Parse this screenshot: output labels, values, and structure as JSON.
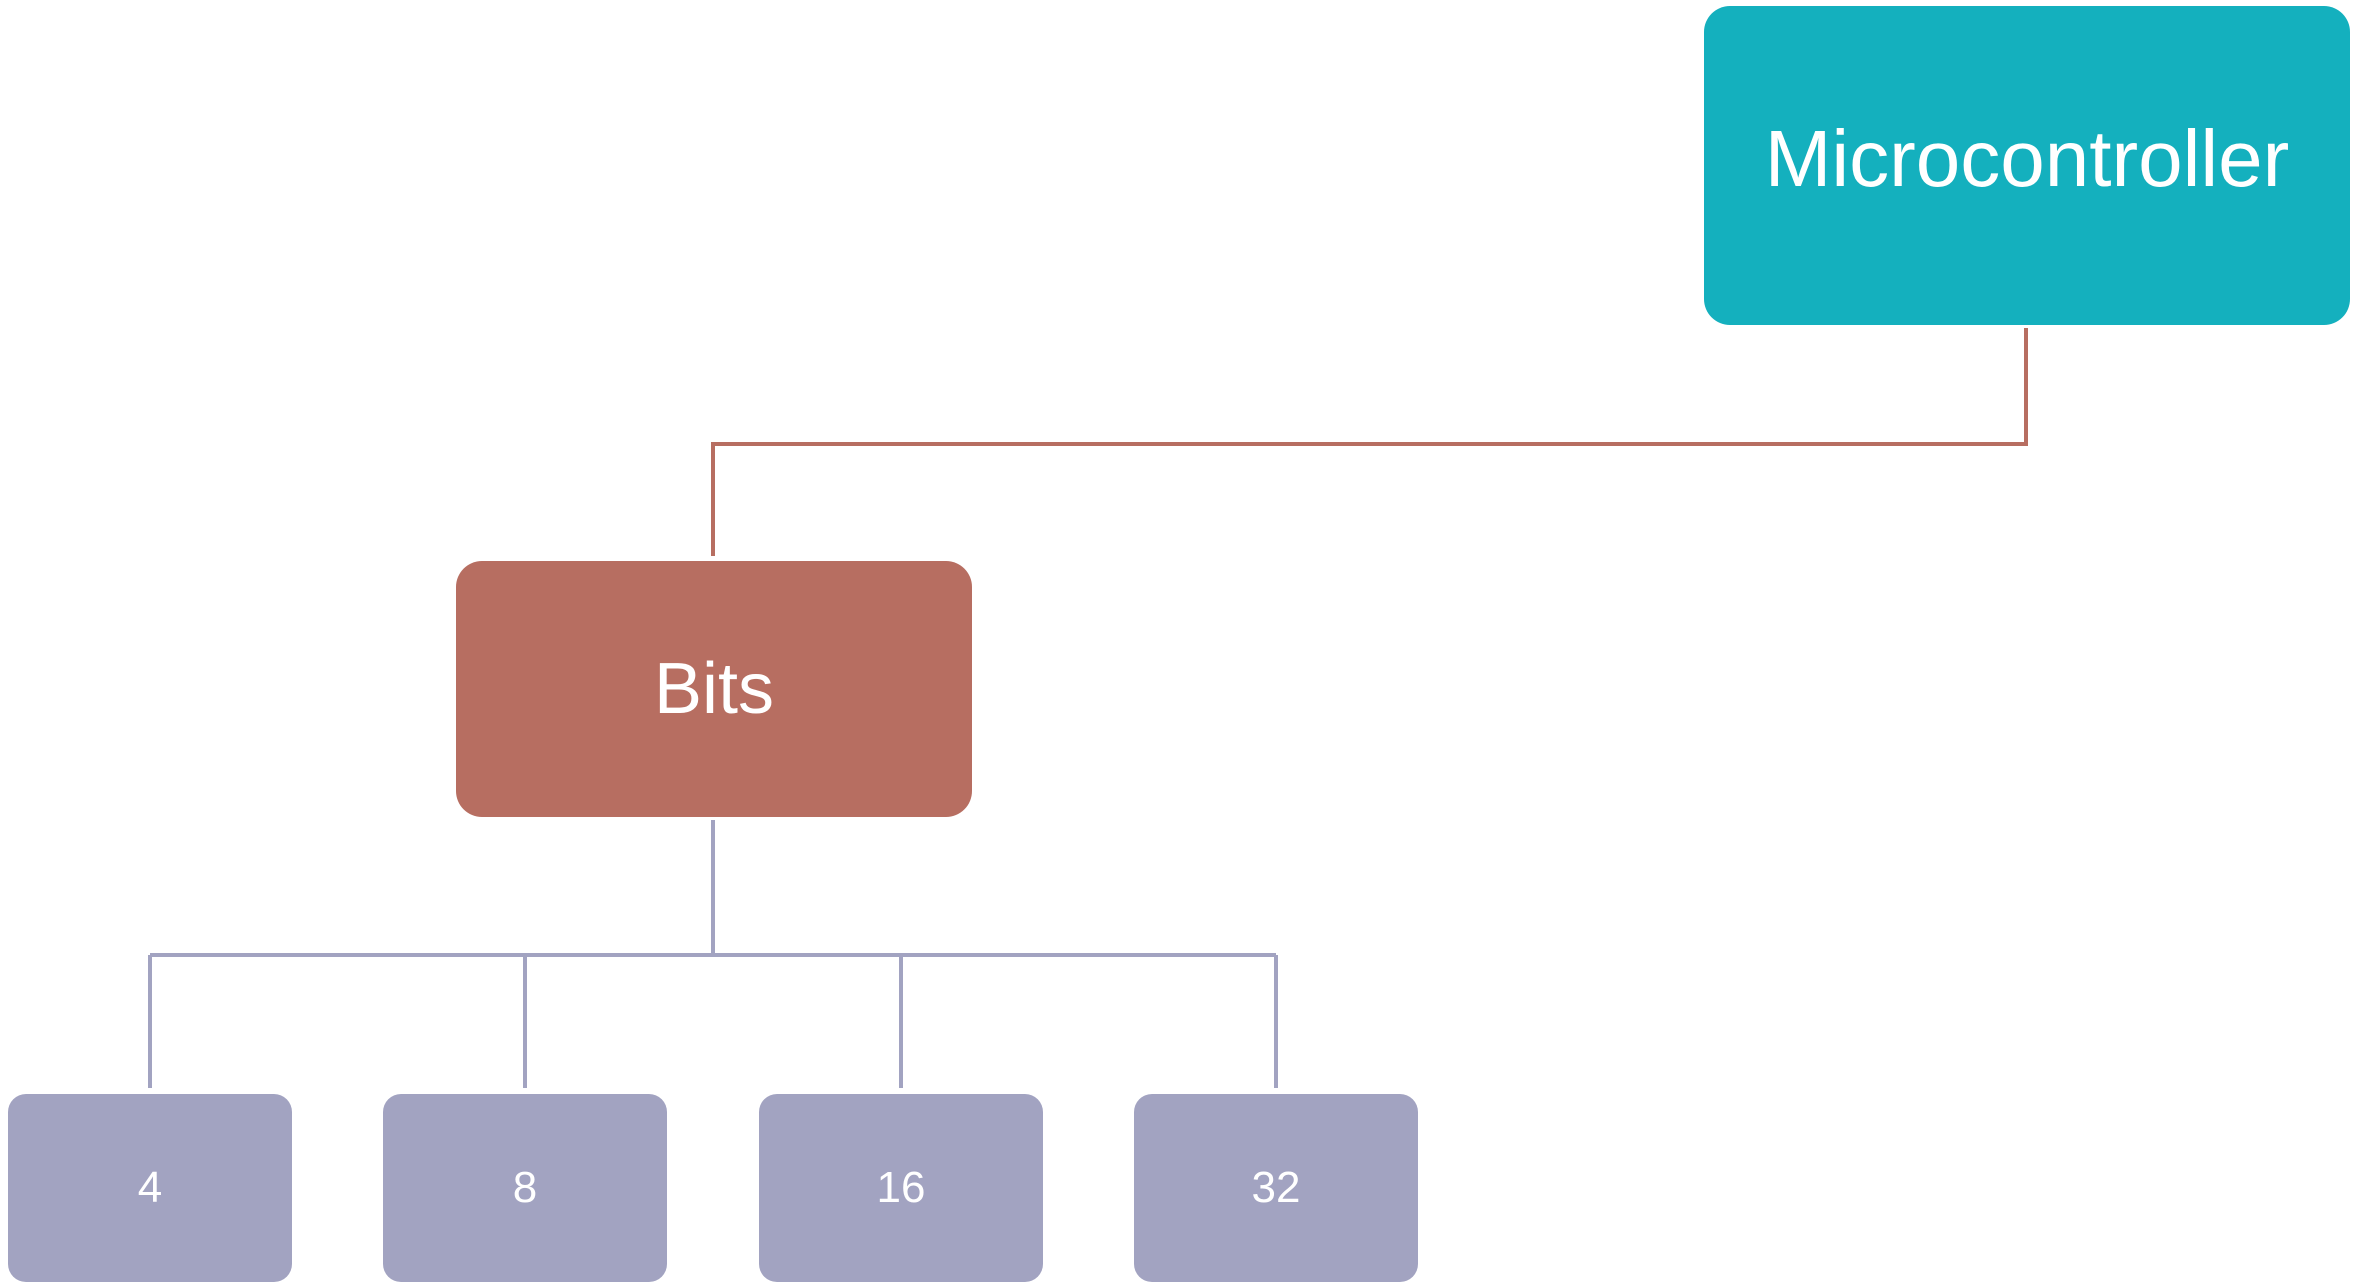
{
  "colors": {
    "root": "#14B0BE",
    "mid": "#B76E61",
    "leaf": "#A2A3C1",
    "root_link": "#B76E61",
    "leaf_link": "#A2A3C1"
  },
  "diagram": {
    "root": {
      "label": "Microcontroller"
    },
    "mid": {
      "label": "Bits"
    },
    "leaves": [
      {
        "label": "4"
      },
      {
        "label": "8"
      },
      {
        "label": "16"
      },
      {
        "label": "32"
      }
    ]
  }
}
